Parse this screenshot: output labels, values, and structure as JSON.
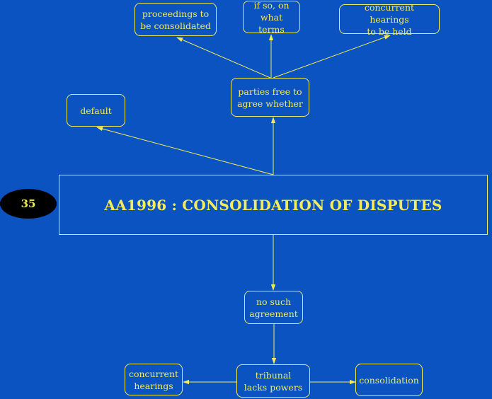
{
  "badge": {
    "number": "35"
  },
  "title": "AA1996 : CONSOLIDATION OF DISPUTES",
  "nodes": {
    "proceedings": "proceedings to\nbe consolidated",
    "if_so": "if so, on\nwhat terms",
    "concurrent_held": "concurrent hearings\nto be held",
    "default": "default",
    "parties_free": "parties free to\nagree whether",
    "no_agreement": "no such\nagreement",
    "concurrent_hearings": "concurrent\nhearings",
    "tribunal_lacks": "tribunal\nlacks powers",
    "consolidation": "consolidation"
  },
  "colors": {
    "background": "#0a53c0",
    "foreground": "#f2ec5c",
    "badge": "#000000"
  }
}
